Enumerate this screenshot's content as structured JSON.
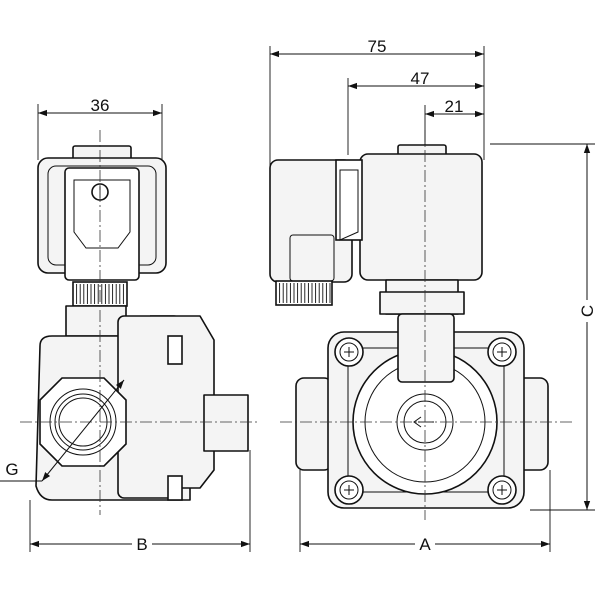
{
  "dimensions": {
    "overall_width": "75",
    "coil_offset": "47",
    "port_offset": "21",
    "coil_width": "36",
    "port_size": "G",
    "body_length": "A",
    "side_depth": "B",
    "height": "C"
  }
}
